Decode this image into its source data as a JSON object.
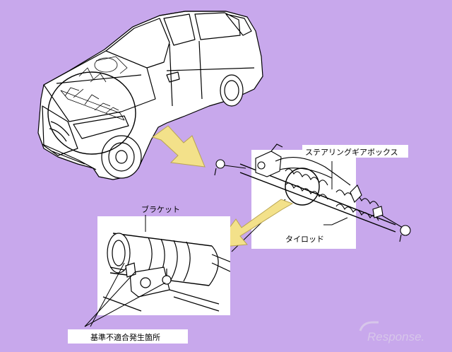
{
  "labels": {
    "gearbox": "ステアリングギアボックス",
    "tierod": "タイロッド",
    "bracket": "ブラケット",
    "defect": "基準不適合発生箇所"
  },
  "watermark": "Response.",
  "colors": {
    "background": "#c8a8ec",
    "arrow_fill": "#f3e18a",
    "arrow_edge": "#b9a552",
    "panel": "#ffffff",
    "ink": "#000000"
  }
}
